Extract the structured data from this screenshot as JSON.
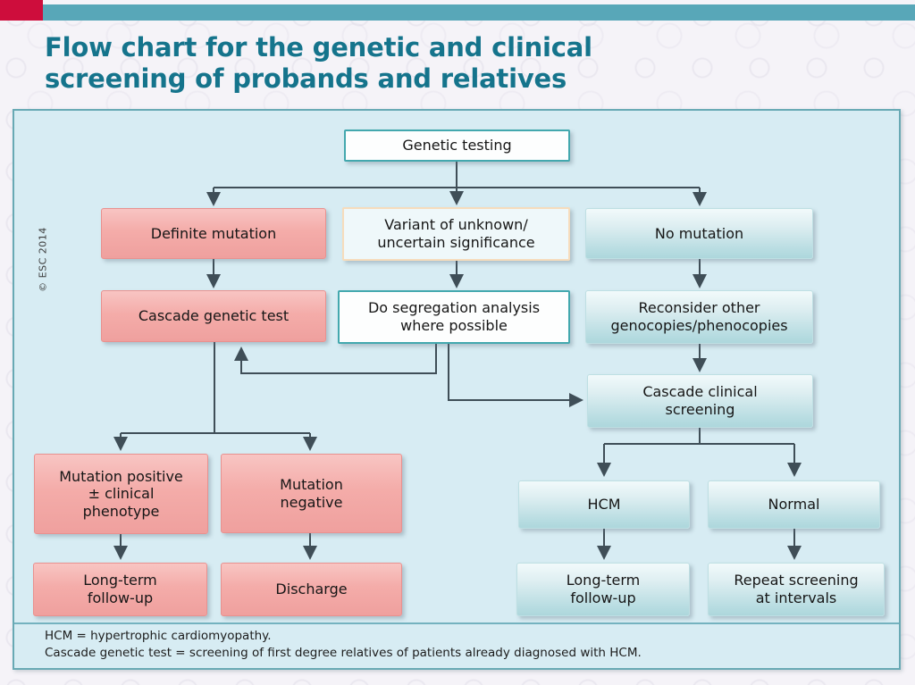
{
  "slide": {
    "title_line1": "Flow chart for the genetic and clinical",
    "title_line2": "screening of probands and relatives",
    "copyright": "© ESC 2014",
    "footnote_line1": "HCM = hypertrophic cardiomyopathy.",
    "footnote_line2": "Cascade genetic test = screening of first degree relatives of patients already diagnosed with HCM."
  },
  "colors": {
    "header_bar": "#58a7b8",
    "brand_red": "#ce0d3c",
    "title_text": "#15748c",
    "panel_bg": "#d7ecf3",
    "panel_border": "#68a9b4",
    "node_pink": "#f3a8a6",
    "node_teal": "#b9dde2",
    "node_white_border_teal": "#43a8ae",
    "node_white_border_peach": "#f6dcbc",
    "arrow": "#3f4e57"
  },
  "flowchart": {
    "nodes": {
      "genetic_testing": {
        "label": "Genetic testing"
      },
      "definite_mutation": {
        "label": "Definite mutation"
      },
      "variant_unknown": {
        "label": "Variant of unknown/\nuncertain significance"
      },
      "no_mutation": {
        "label": "No mutation"
      },
      "cascade_genetic_test": {
        "label": "Cascade genetic test"
      },
      "segregation_analysis": {
        "label": "Do segregation analysis\nwhere possible"
      },
      "reconsider": {
        "label": "Reconsider other\ngenocopies/phenocopies"
      },
      "cascade_clinical": {
        "label": "Cascade clinical\nscreening"
      },
      "mutation_positive": {
        "label": "Mutation positive\n± clinical\nphenotype"
      },
      "mutation_negative": {
        "label": "Mutation\nnegative"
      },
      "hcm": {
        "label": "HCM"
      },
      "normal": {
        "label": "Normal"
      },
      "longterm_followup_left": {
        "label": "Long-term\nfollow-up"
      },
      "discharge": {
        "label": "Discharge"
      },
      "longterm_followup_right": {
        "label": "Long-term\nfollow-up"
      },
      "repeat_screening": {
        "label": "Repeat screening\nat intervals"
      }
    },
    "edges": [
      {
        "from": "genetic_testing",
        "to": "definite_mutation"
      },
      {
        "from": "genetic_testing",
        "to": "variant_unknown"
      },
      {
        "from": "genetic_testing",
        "to": "no_mutation"
      },
      {
        "from": "definite_mutation",
        "to": "cascade_genetic_test"
      },
      {
        "from": "variant_unknown",
        "to": "segregation_analysis"
      },
      {
        "from": "no_mutation",
        "to": "reconsider"
      },
      {
        "from": "segregation_analysis",
        "to": "cascade_genetic_test"
      },
      {
        "from": "segregation_analysis",
        "to": "cascade_clinical"
      },
      {
        "from": "reconsider",
        "to": "cascade_clinical"
      },
      {
        "from": "cascade_genetic_test",
        "to": "mutation_positive"
      },
      {
        "from": "cascade_genetic_test",
        "to": "mutation_negative"
      },
      {
        "from": "mutation_positive",
        "to": "longterm_followup_left"
      },
      {
        "from": "mutation_negative",
        "to": "discharge"
      },
      {
        "from": "cascade_clinical",
        "to": "hcm"
      },
      {
        "from": "cascade_clinical",
        "to": "normal"
      },
      {
        "from": "hcm",
        "to": "longterm_followup_right"
      },
      {
        "from": "normal",
        "to": "repeat_screening"
      }
    ]
  }
}
